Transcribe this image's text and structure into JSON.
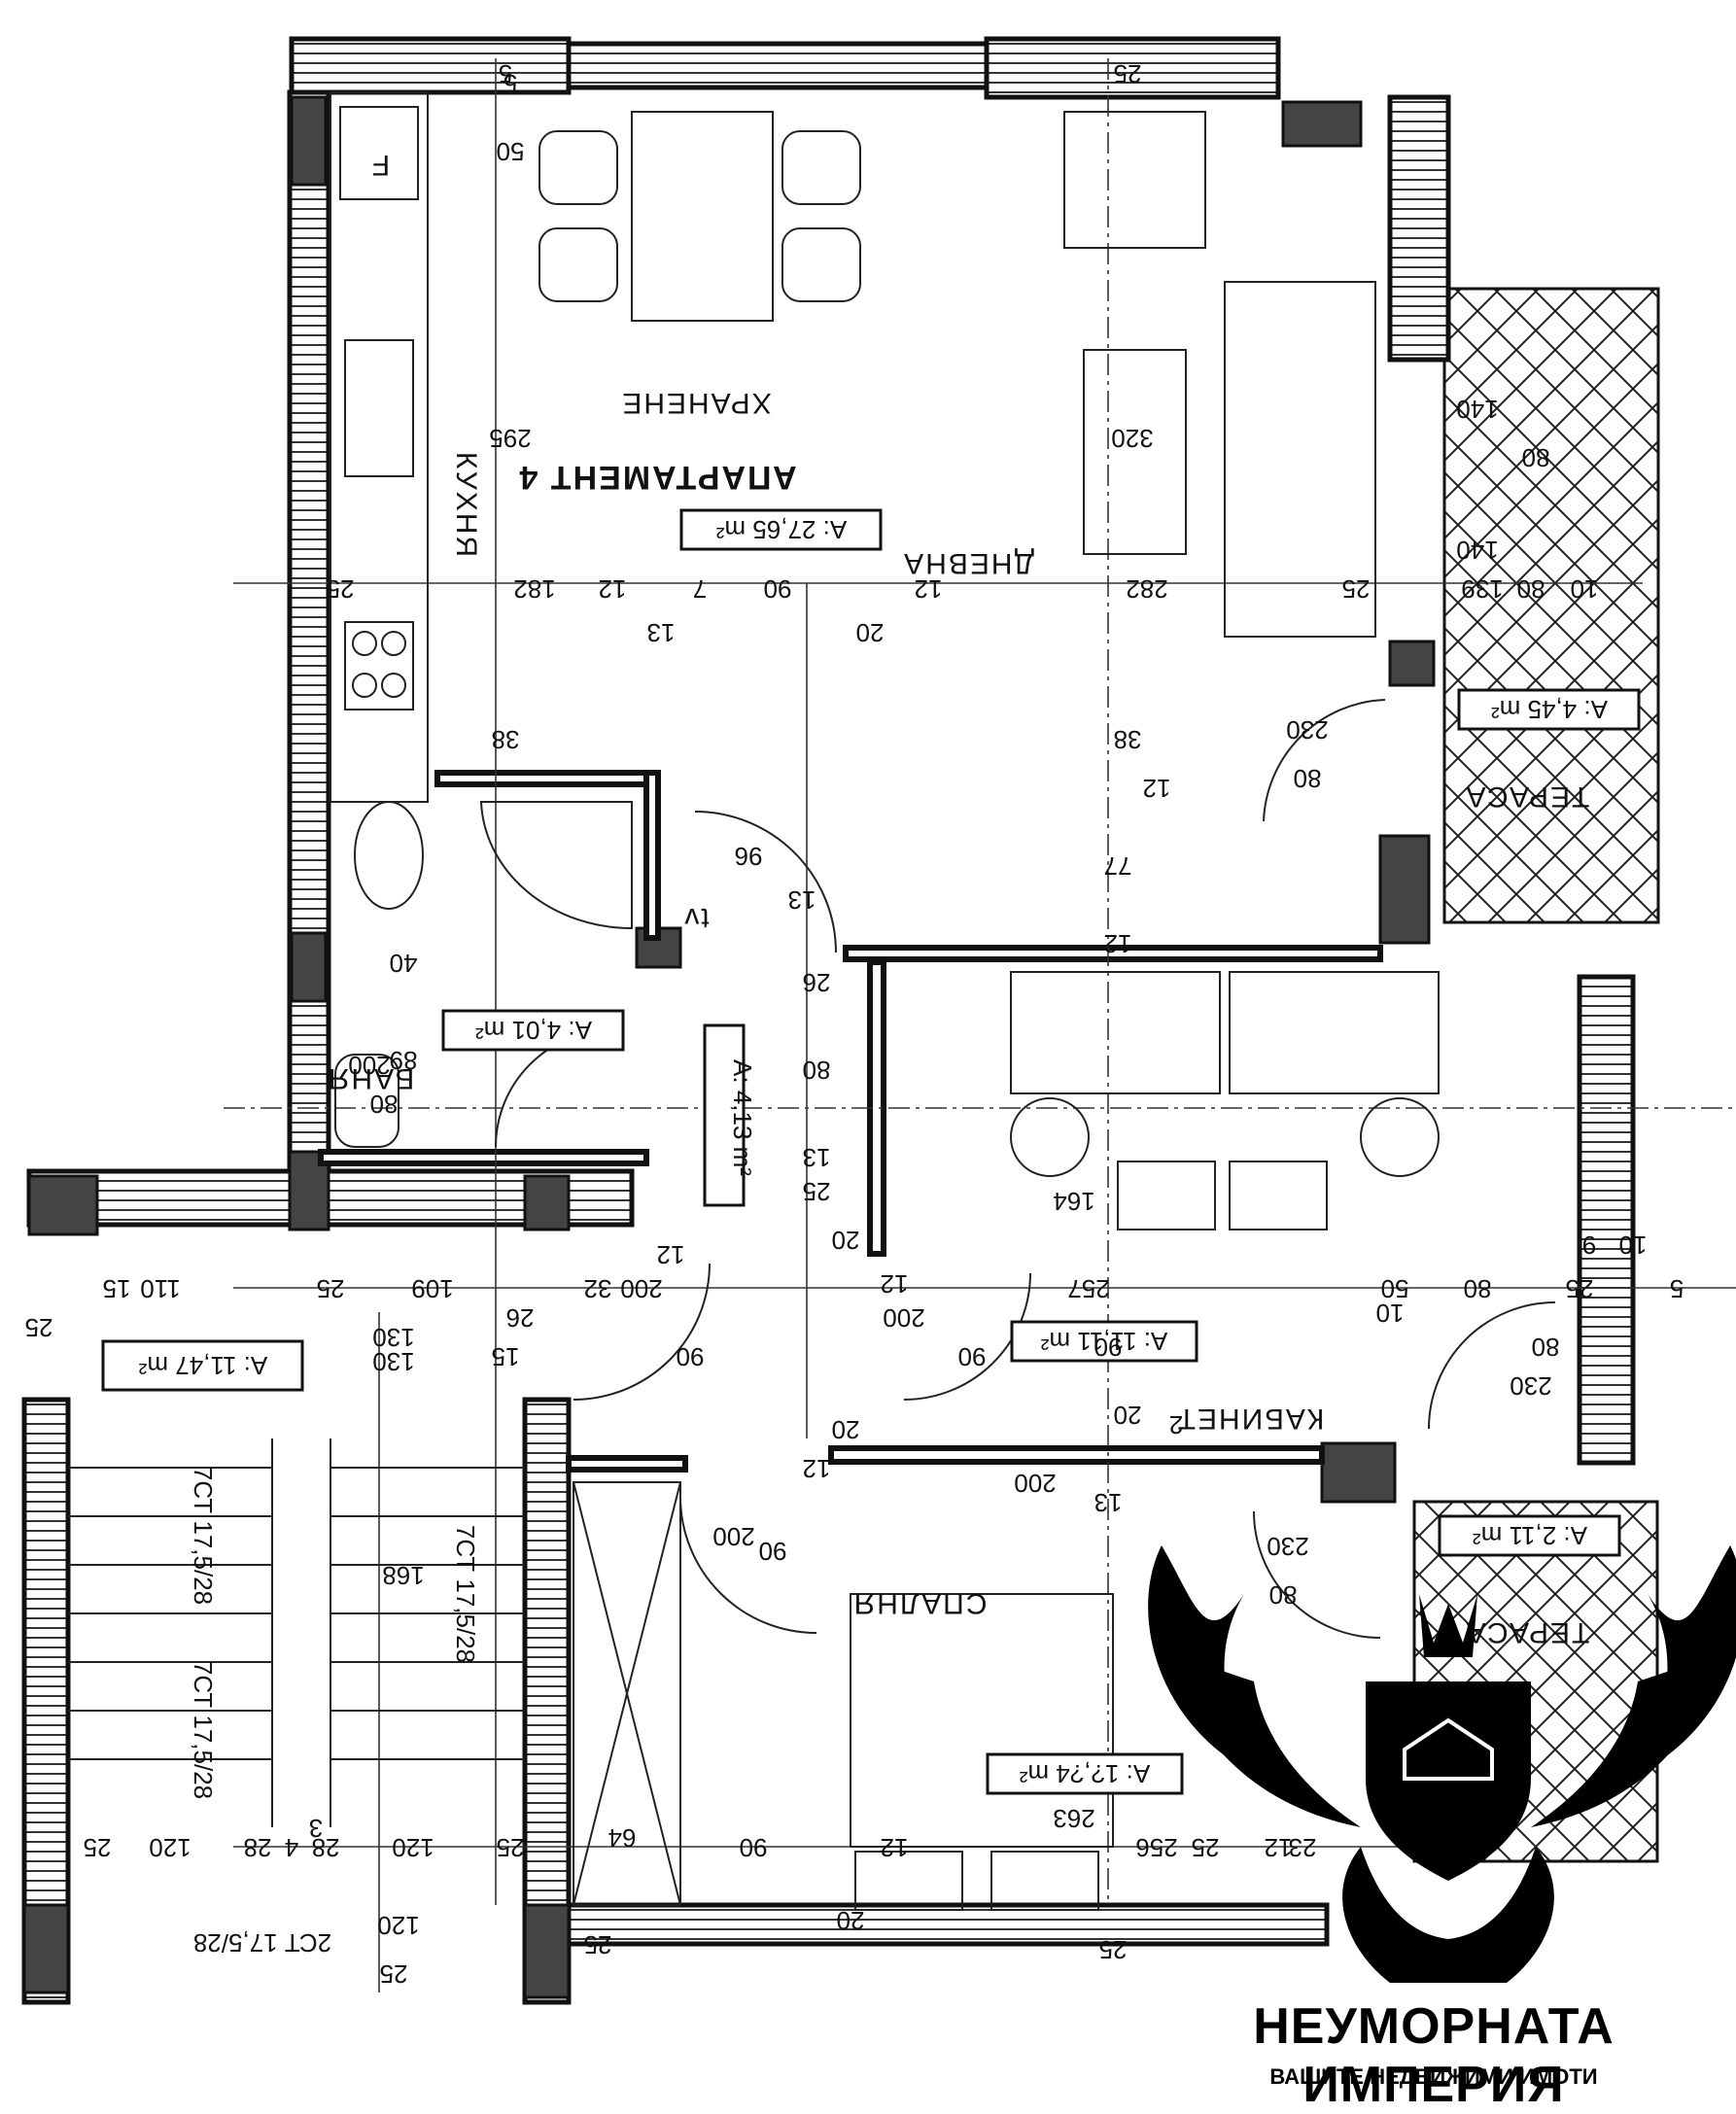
{
  "plan": {
    "apartment": "АПАРТАМЕНТ 4",
    "rooms": {
      "dining": "ХРАНЕНЕ",
      "kitchen": "КУХНЯ",
      "living": "ДНЕВНА",
      "living_area": "А: 27,65 m²",
      "terrace1": "ТЕРАСА",
      "terrace1_area": "А: 4,45 m²",
      "bathroom": "БАНЯ",
      "bathroom_area": "А: 4,01 m²",
      "corridor_area": "А: 4,13 m²",
      "hall_area": "А: 11,47 m²",
      "office": "КАБИНЕТ",
      "office_area": "А: 11,11 m²",
      "bedroom": "СПАЛНЯ",
      "terrace2": "ТЕРАСА",
      "terrace2_area": "А: 2,11 m²",
      "bedroom_area": "А: 1?,?4 m²"
    },
    "appliance_f": "F",
    "tv": "tv",
    "dims": [
      "5",
      "50",
      "295",
      "25",
      "182",
      "12",
      "90",
      "7",
      "13",
      "20",
      "12",
      "282",
      "320",
      "25",
      "5",
      "25",
      "140",
      "80",
      "140",
      "139",
      "80",
      "10",
      "38",
      "38",
      "12",
      "230",
      "80",
      "77",
      "12",
      "200",
      "96",
      "13",
      "40",
      "26",
      "80",
      "89",
      "200",
      "80",
      "13",
      "25",
      "20",
      "12",
      "109",
      "25",
      "15",
      "110",
      "32",
      "200",
      "26",
      "130",
      "12",
      "200",
      "257",
      "90",
      "80",
      "50",
      "10",
      "25",
      "9",
      "10",
      "5",
      "25",
      "130",
      "15",
      "90",
      "90",
      "20",
      "20",
      "80",
      "230",
      "12",
      "200",
      "90",
      "13",
      "230",
      "80",
      "168",
      "25",
      "120",
      "28",
      "4",
      "3",
      "28",
      "120",
      "25",
      "120",
      "25",
      "90",
      "12",
      "20",
      "263",
      "64",
      "25",
      "256",
      "25",
      "12",
      "23",
      "25",
      "164",
      "2"
    ],
    "stairs": [
      "7СТ 17,5/28",
      "7СТ 17,5/28",
      "7СТ 17,5/28",
      "2СТ 17,5/28"
    ]
  },
  "logo": {
    "title": "НЕУМОРНАТА ИМПЕРИЯ",
    "subtitle": "ВАШИТЕ НЕДВИЖИМИ ИМОТИ"
  }
}
